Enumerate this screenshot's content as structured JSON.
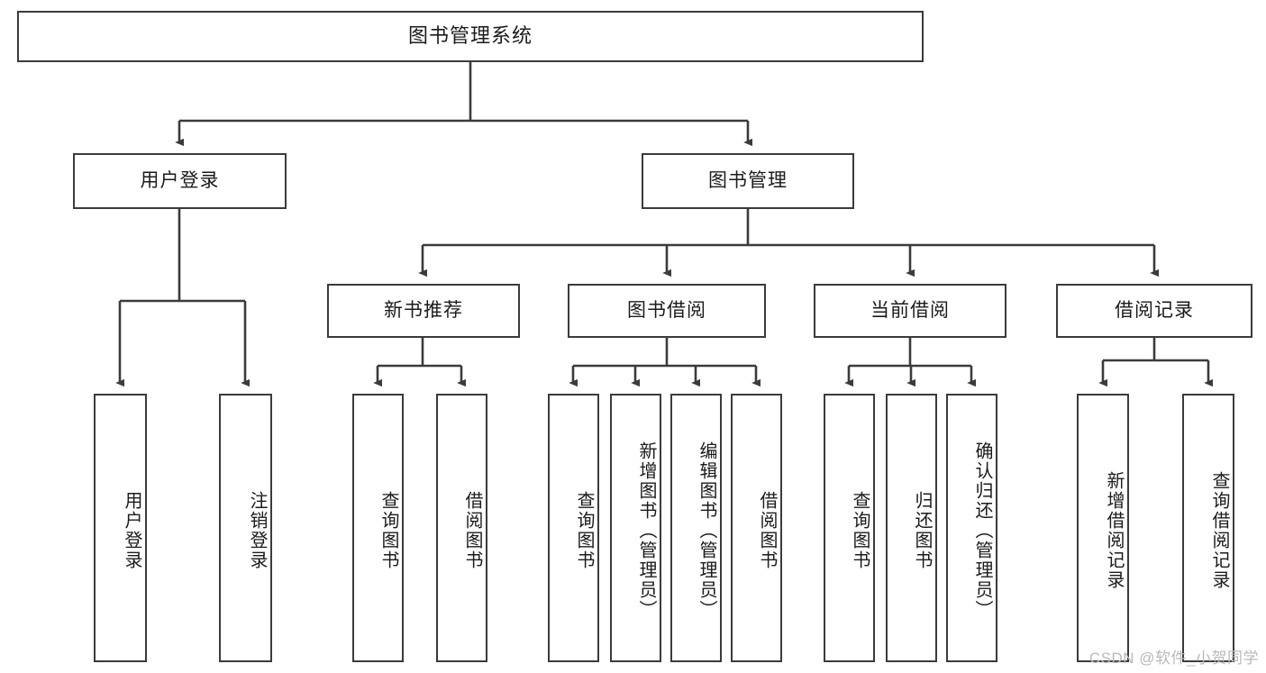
{
  "diagram": {
    "title": "图书管理系统",
    "style": {
      "box_border_color": "#3b3b3b",
      "box_fill_color": "#ffffff",
      "edge_color": "#3b3b3b",
      "text_color": "#1b1b1b",
      "background": "#ffffff"
    },
    "levels": {
      "root": {
        "label": "图书管理系统"
      },
      "level2": [
        {
          "label": "用户登录"
        },
        {
          "label": "图书管理"
        }
      ],
      "level3": [
        {
          "label": "新书推荐"
        },
        {
          "label": "图书借阅"
        },
        {
          "label": "当前借阅"
        },
        {
          "label": "借阅记录"
        }
      ],
      "leaves": {
        "user_login": [
          {
            "label": "用户登录"
          },
          {
            "label": "注销登录"
          }
        ],
        "new_book_recommend": [
          {
            "label": "查询图书"
          },
          {
            "label": "借阅图书"
          }
        ],
        "book_borrow": [
          {
            "label": "查询图书"
          },
          {
            "label": "新增图书（管理员）"
          },
          {
            "label": "编辑图书（管理员）"
          },
          {
            "label": "借阅图书"
          }
        ],
        "current_borrow": [
          {
            "label": "查询图书"
          },
          {
            "label": "归还图书"
          },
          {
            "label": "确认归还（管理员）"
          }
        ],
        "borrow_record": [
          {
            "label": "新增借阅记录"
          },
          {
            "label": "查询借阅记录"
          }
        ]
      }
    },
    "watermark": "CSDN @软件_小贺同学"
  }
}
